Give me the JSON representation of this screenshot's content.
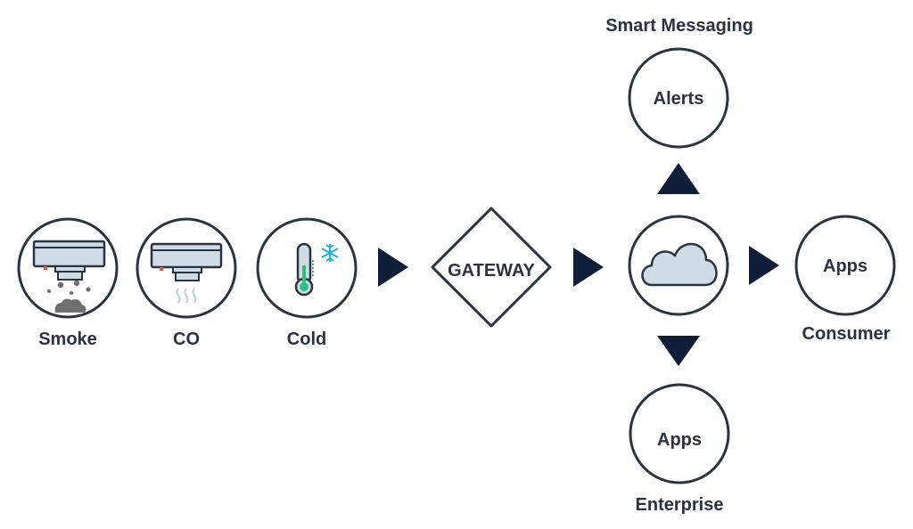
{
  "sensors": [
    {
      "id": "smoke",
      "label": "Smoke",
      "icon": "smoke-detector-icon"
    },
    {
      "id": "co",
      "label": "CO",
      "icon": "co-detector-icon"
    },
    {
      "id": "cold",
      "label": "Cold",
      "icon": "thermometer-cold-icon"
    }
  ],
  "gateway": {
    "label": "GATEWAY"
  },
  "cloud": {
    "icon": "cloud-icon"
  },
  "alerts": {
    "label": "Alerts",
    "heading": "Smart Messaging"
  },
  "consumer": {
    "label": "Apps",
    "caption": "Consumer"
  },
  "enterprise": {
    "label": "Apps",
    "caption": "Enterprise"
  },
  "colors": {
    "stroke": "#2a3344",
    "arrow": "#0f1f3a",
    "device_fill": "#cfdbe5",
    "accent_red": "#e6563a",
    "accent_cyan": "#1bb1e6",
    "accent_green": "#2fbf86",
    "smoke_gray": "#6f6f6f"
  }
}
